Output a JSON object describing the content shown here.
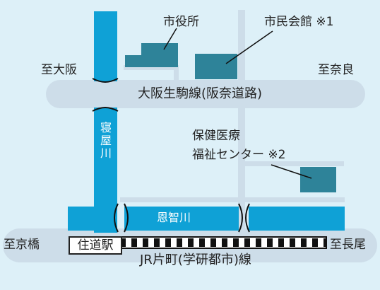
{
  "map": {
    "road_name": "大阪生駒線(阪奈道路)",
    "railway_name": "JR片町(学研都市)線",
    "station": "住道駅",
    "rivers": {
      "neya": "寝屋川",
      "onchi": "恩智川"
    },
    "facilities": {
      "city_hall": "市役所",
      "civic_hall": "市民会館 ※1",
      "health_center_line1": "保健医療",
      "health_center_line2": "福祉センター ※2"
    },
    "directions": {
      "osaka": "至大阪",
      "nara": "至奈良",
      "kyobashi": "至京橋",
      "nagao": "至長尾"
    },
    "colors": {
      "background": "#ddf0f8",
      "road": "#cddde9",
      "river": "#0fa1d6",
      "building": "#2e8399",
      "rail": "#111111"
    }
  }
}
